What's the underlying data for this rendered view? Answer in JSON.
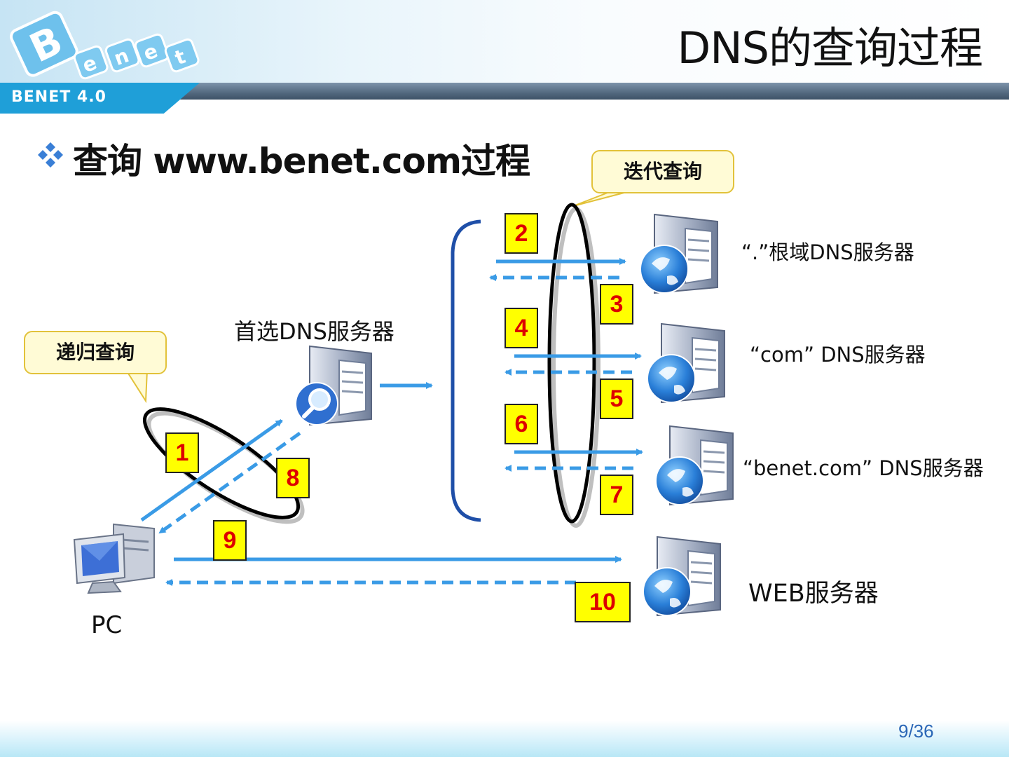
{
  "header": {
    "logo_text": "Benet",
    "version": "BENET 4.0",
    "title": "DNS的查询过程"
  },
  "subtitle": "查询 www.benet.com过程",
  "callouts": {
    "recursive": "递归查询",
    "iterative": "迭代查询"
  },
  "nodes": {
    "preferred_dns": "首选DNS服务器",
    "root_dns": "“.”根域DNS服务器",
    "com_dns": "“com” DNS服务器",
    "benet_dns": "“benet.com” DNS服务器",
    "web_server": "WEB服务器",
    "pc": "PC"
  },
  "steps": [
    "1",
    "2",
    "3",
    "4",
    "5",
    "6",
    "7",
    "8",
    "9",
    "10"
  ],
  "colors": {
    "arrow": "#3a9be6",
    "bracket": "#1f4fa8",
    "step_bg": "#ffff00",
    "step_text": "#dd0000"
  },
  "footer": {
    "page": "9/36"
  }
}
